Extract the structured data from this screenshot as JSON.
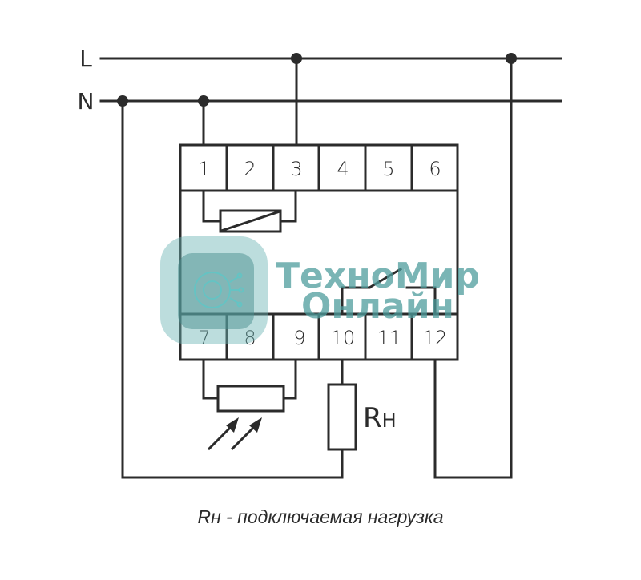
{
  "diagram": {
    "lines": {
      "phase_label": "L",
      "neutral_label": "N"
    },
    "terminals_top": [
      "1",
      "2",
      "3",
      "4",
      "5",
      "6"
    ],
    "terminals_bottom": [
      "7",
      "8",
      "9",
      "10",
      "11",
      "12"
    ],
    "load_label": {
      "main": "R",
      "sub": "Н"
    },
    "components": {
      "coil": "relay-coil",
      "contact": "relay-normally-open-contact",
      "sensor": "photoresistor",
      "load": "load-resistor"
    },
    "colors": {
      "line": "#2b2b2b",
      "background": "#ffffff",
      "watermark": "#4e9c9c"
    }
  },
  "caption": "Rн - подключаемая нагрузка",
  "watermark": {
    "line1": "ТехноМир",
    "line2": "Онлайн"
  }
}
